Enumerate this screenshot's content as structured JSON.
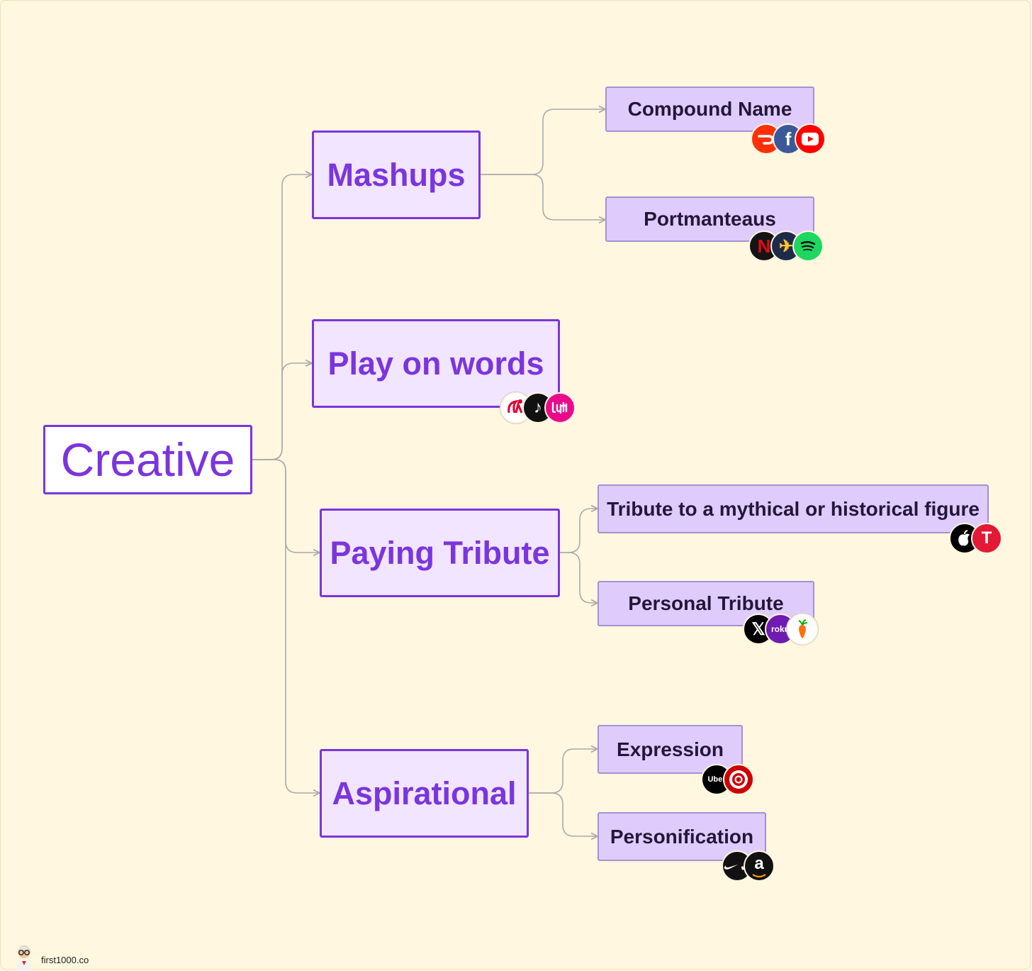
{
  "root": {
    "label": "Creative"
  },
  "categories": [
    {
      "label": "Mashups",
      "children": [
        {
          "label": "Compound Name",
          "logos": [
            {
              "icon": "doordash-icon",
              "text": "",
              "bg": "#ff3008"
            },
            {
              "icon": "facebook-icon",
              "text": "f",
              "bg": "#3b5998"
            },
            {
              "icon": "youtube-icon",
              "text": "",
              "bg": "#ff0000"
            }
          ]
        },
        {
          "label": "Portmanteaus",
          "logos": [
            {
              "icon": "netflix-icon",
              "text": "N",
              "bg": "#141414"
            },
            {
              "icon": "expedia-icon",
              "text": "✈",
              "bg": "#1e2a4a"
            },
            {
              "icon": "spotify-icon",
              "text": "",
              "bg": "#1ed760"
            }
          ]
        }
      ]
    },
    {
      "label": "Play on words",
      "logos": [
        {
          "icon": "chick-fil-a-icon",
          "text": "",
          "bg": "#ffffff"
        },
        {
          "icon": "tiktok-icon",
          "text": "♪",
          "bg": "#111111"
        },
        {
          "icon": "lyft-icon",
          "text": "",
          "bg": "#ea0b8c"
        }
      ]
    },
    {
      "label": "Paying Tribute",
      "children": [
        {
          "label": "Tribute to a mythical or historical figure",
          "logos": [
            {
              "icon": "apple-icon",
              "text": "",
              "bg": "#000000"
            },
            {
              "icon": "tesla-icon",
              "text": "T",
              "bg": "#e31937"
            }
          ]
        },
        {
          "label": "Personal Tribute",
          "logos": [
            {
              "icon": "x-twitter-icon",
              "text": "𝕏",
              "bg": "#000000"
            },
            {
              "icon": "roku-icon",
              "text": "",
              "bg": "#6f1ab1"
            },
            {
              "icon": "instacart-icon",
              "text": "",
              "bg": "#ffffff"
            }
          ]
        }
      ]
    },
    {
      "label": "Aspirational",
      "children": [
        {
          "label": "Expression",
          "logos": [
            {
              "icon": "uber-icon",
              "text": "Uber",
              "bg": "#000000"
            },
            {
              "icon": "target-icon",
              "text": "",
              "bg": "#cc0000"
            }
          ]
        },
        {
          "label": "Personification",
          "logos": [
            {
              "icon": "nike-icon",
              "text": "✓",
              "bg": "#111111"
            },
            {
              "icon": "amazon-icon",
              "text": "a",
              "bg": "#111111"
            }
          ]
        }
      ]
    }
  ],
  "footer": {
    "site": "first1000.co",
    "avatar_icon": "founder-avatar-icon"
  },
  "colors": {
    "accent": "#7b35dd",
    "background": "#fff7df",
    "node_fill": "#f1e5ff",
    "leaf_fill": "#dfccfc",
    "connector": "#aaaaaa"
  }
}
